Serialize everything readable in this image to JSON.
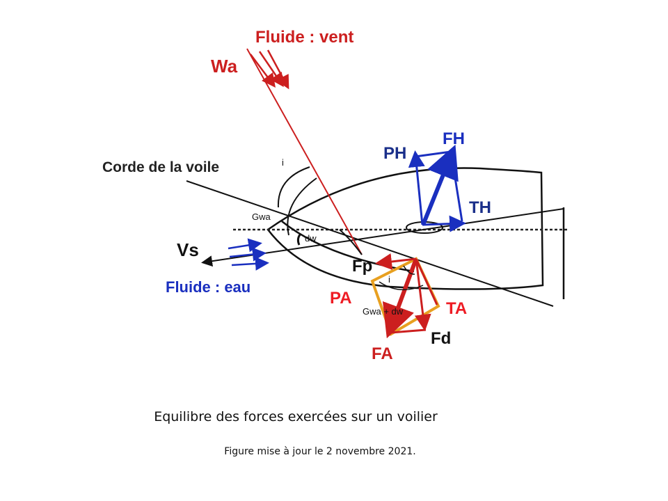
{
  "labels": {
    "fluide_vent": "Fluide : vent",
    "wa": "Wa",
    "corde": "Corde de la voile",
    "angle_i": "i",
    "gwa": "Gwa",
    "dw": "dw",
    "vs": "Vs",
    "fluide_eau": "Fluide : eau",
    "ph": "PH",
    "fh": "FH",
    "th": "TH",
    "fp": "Fp",
    "angle_i2": "i",
    "pa": "PA",
    "gwa_dw": "Gwa + dw",
    "ta": "TA",
    "fd": "Fd",
    "fa": "FA"
  },
  "caption": "Equilibre des forces exercées sur un voilier",
  "update_note": "Figure mise à jour le 2 novembre 2021.",
  "colors": {
    "wind": "#cc1f1f",
    "water": "#1a2fbf",
    "aero_frame": "#e8a020",
    "hull": "#111111"
  }
}
